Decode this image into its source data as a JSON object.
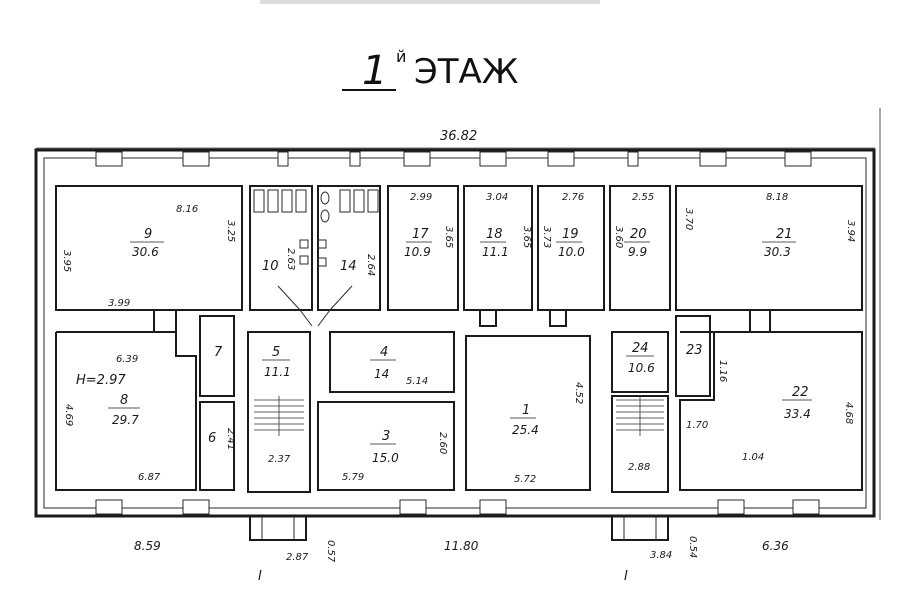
{
  "title": {
    "number": "1",
    "suffix": "й",
    "word": "ЭТАЖ"
  },
  "overall": {
    "top": "36.82",
    "bottom_left": "8.59",
    "bottom_mid": "11.80",
    "bottom_right": "6.36"
  },
  "entrances": {
    "left": "I",
    "right": "I",
    "left_width": "2.87",
    "left_gap": "0.57",
    "right_width": "3.84",
    "right_gap": "0.54"
  },
  "rooms": [
    {
      "id": "9",
      "num": "9",
      "area": "30.6",
      "dims": [
        "8.16",
        "3.95",
        "3.99",
        "3.25"
      ]
    },
    {
      "id": "10",
      "num": "10",
      "area": "",
      "dims": [
        "2.63"
      ]
    },
    {
      "id": "14",
      "num": "14",
      "area": "",
      "dims": [
        "2.64"
      ]
    },
    {
      "id": "17",
      "num": "17",
      "area": "10.9",
      "dims": [
        "2.99",
        "3.65"
      ]
    },
    {
      "id": "18",
      "num": "18",
      "area": "11.1",
      "dims": [
        "3.04",
        "3.65"
      ]
    },
    {
      "id": "19",
      "num": "19",
      "area": "10.0",
      "dims": [
        "2.76",
        "3.73"
      ]
    },
    {
      "id": "20",
      "num": "20",
      "area": "9.9",
      "dims": [
        "2.55",
        "3.60"
      ]
    },
    {
      "id": "21",
      "num": "21",
      "area": "30.3",
      "dims": [
        "8.18",
        "3.70",
        "3.94"
      ]
    },
    {
      "id": "8",
      "num": "8",
      "area": "29.7",
      "dims": [
        "6.39",
        "Н=2.97",
        "4.69",
        "6.87"
      ]
    },
    {
      "id": "7",
      "num": "7",
      "area": "",
      "dims": []
    },
    {
      "id": "6",
      "num": "6",
      "area": "",
      "dims": [
        "2.41"
      ]
    },
    {
      "id": "5",
      "num": "5",
      "area": "11.1",
      "dims": [
        "2.37"
      ]
    },
    {
      "id": "4",
      "num": "4",
      "area": "14",
      "dims": [
        "5.14"
      ]
    },
    {
      "id": "3",
      "num": "3",
      "area": "15.0",
      "dims": [
        "5.79",
        "2.60"
      ]
    },
    {
      "id": "1",
      "num": "1",
      "area": "25.4",
      "dims": [
        "4.52",
        "5.72"
      ]
    },
    {
      "id": "24",
      "num": "24",
      "area": "10.6",
      "dims": [
        "2.88"
      ]
    },
    {
      "id": "23",
      "num": "23",
      "area": "",
      "dims": [
        "1.16"
      ]
    },
    {
      "id": "22",
      "num": "22",
      "area": "33.4",
      "dims": [
        "1.70",
        "1.04",
        "4.68"
      ]
    }
  ]
}
